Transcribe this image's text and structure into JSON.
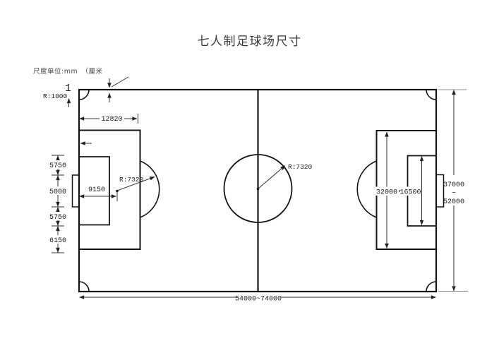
{
  "title": "七人制足球场尺寸",
  "unit_note": "尺度单位:mm　（厘米",
  "colors": {
    "ink": "#1c1c1c",
    "dimension_line": "#333333",
    "background": "#ffffff"
  },
  "dimensions": {
    "line_width": "1",
    "corner_arc_radius": "R:1000",
    "penalty_area_width": "12820",
    "goal_area_width": "9150",
    "penalty_arc_radius": "R:7320",
    "center_circle_radius": "R:7320",
    "goal_offset_top": "5750",
    "goal_width": "5000",
    "goal_offset_bottom": "5750",
    "goal_area_to_penalty_edge": "6150",
    "penalty_area_length": "32000",
    "goal_area_length": "16500",
    "field_width_min": "37000",
    "field_width_separator": "~",
    "field_width_max": "52000",
    "field_length_range": "54000~74000"
  }
}
